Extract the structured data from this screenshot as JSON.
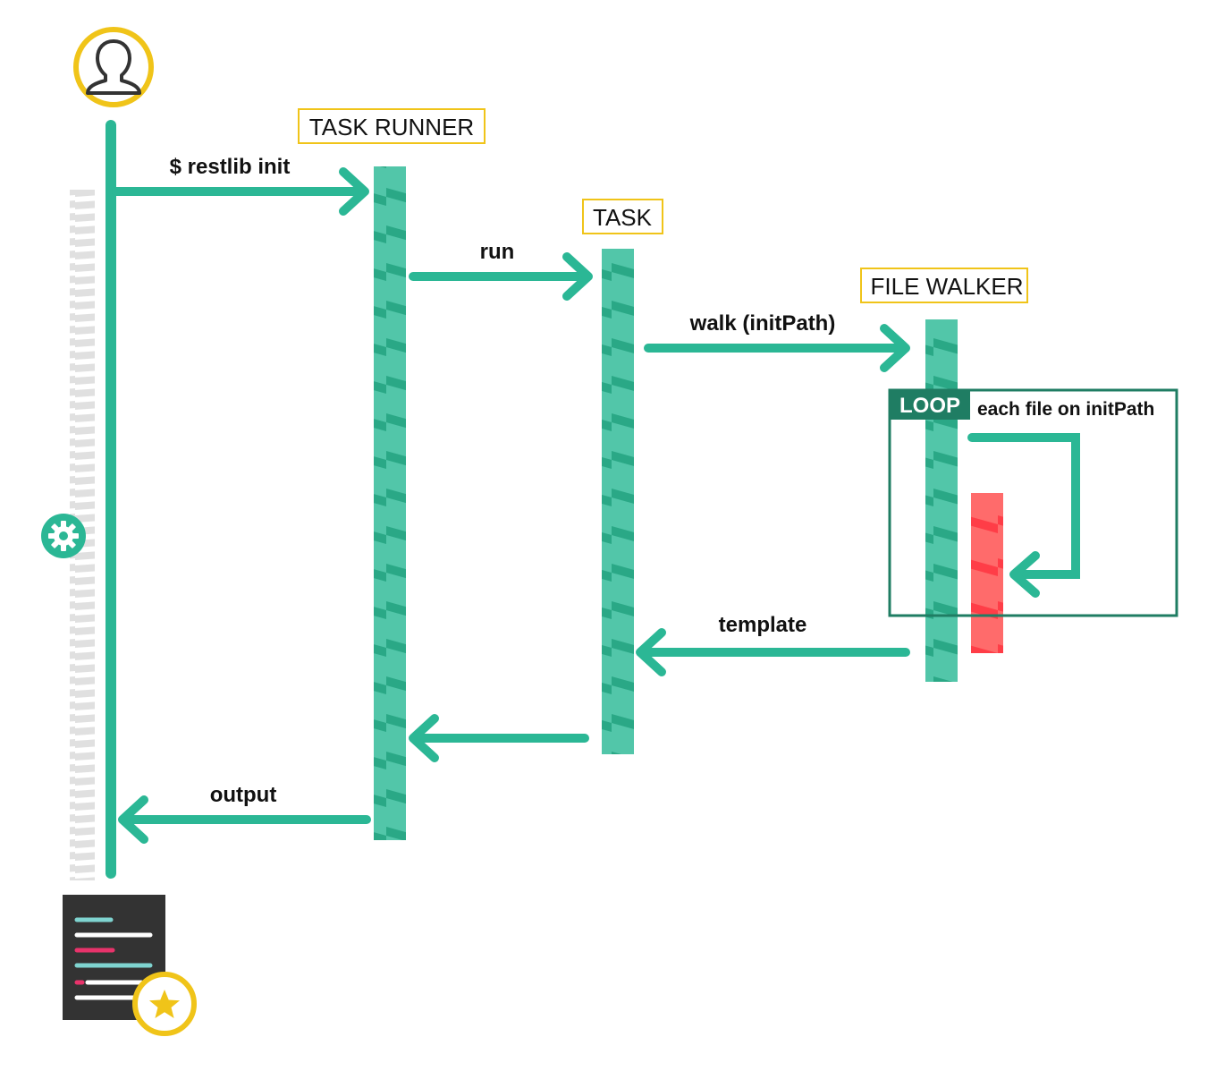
{
  "colors": {
    "primary": "#2bb795",
    "activation": "#52c6a9",
    "activation_stripe": "#2aa886",
    "loop_border": "#1f7d63",
    "loop_label_bg": "#1f7d63",
    "header_border": "#f0c419",
    "alert": "#ff6b6b",
    "alert_stripe": "#ff3d47",
    "doc_bg": "#333333",
    "doc_line_teal": "#7fd4d0",
    "doc_line_pink": "#e8336b",
    "gray_stripes": "#e0e0e0",
    "icon_ring": "#f0c419"
  },
  "participants": {
    "task_runner": "TASK RUNNER",
    "task": "TASK",
    "file_walker": "FILE WALKER"
  },
  "messages": {
    "restlib_init": "$ restlib init",
    "run": "run",
    "walk": "walk (initPath)",
    "template": "template",
    "output": "output"
  },
  "loop": {
    "label": "LOOP",
    "condition": "each file on initPath"
  },
  "icons": {
    "user": "user-icon",
    "settings": "gear-icon",
    "document": "document-icon",
    "star": "star-icon"
  }
}
